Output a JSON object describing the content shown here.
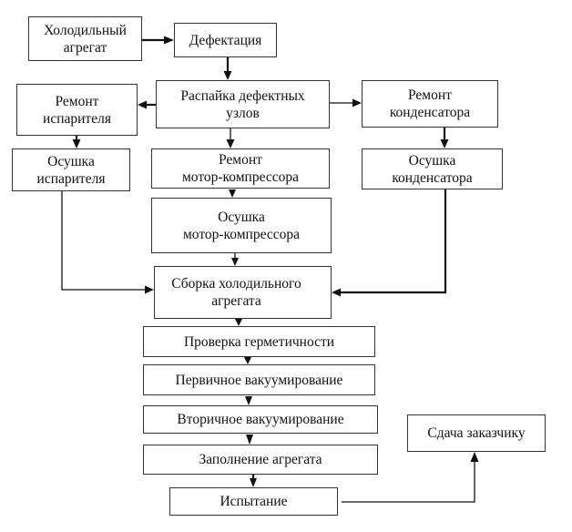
{
  "diagram": {
    "type": "flowchart",
    "language": "ru",
    "nodes": {
      "cooling_unit": "Холодильный\nагрегат",
      "defect_detection": "Дефектация",
      "unsolder_defective": "Распайка дефектных\nузлов",
      "evaporator_repair": "Ремонт\nиспарителя",
      "condenser_repair": "Ремонт\nконденсатора",
      "evaporator_drying": "Осушка\nиспарителя",
      "motor_compressor_repair": "Ремонт\nмотор-компрессора",
      "condenser_drying": "Осушка\nконденсатора",
      "motor_compressor_drying": "Осушка\nмотор-компрессора",
      "assembly": "Сборка холодильного\nагрегата",
      "leak_test": "Проверка герметичности",
      "primary_vacuum": "Первичное вакуумирование",
      "secondary_vacuum": "Вторичное вакуумирование",
      "filling": "Заполнение агрегата",
      "testing": "Испытание",
      "delivery": "Сдача заказчику"
    },
    "edges": [
      {
        "from": "cooling_unit",
        "to": "defect_detection"
      },
      {
        "from": "defect_detection",
        "to": "unsolder_defective"
      },
      {
        "from": "unsolder_defective",
        "to": "evaporator_repair"
      },
      {
        "from": "unsolder_defective",
        "to": "condenser_repair"
      },
      {
        "from": "unsolder_defective",
        "to": "motor_compressor_repair"
      },
      {
        "from": "evaporator_repair",
        "to": "evaporator_drying"
      },
      {
        "from": "condenser_repair",
        "to": "condenser_drying"
      },
      {
        "from": "motor_compressor_repair",
        "to": "motor_compressor_drying"
      },
      {
        "from": "evaporator_drying",
        "to": "assembly"
      },
      {
        "from": "motor_compressor_drying",
        "to": "assembly"
      },
      {
        "from": "condenser_drying",
        "to": "assembly"
      },
      {
        "from": "assembly",
        "to": "leak_test"
      },
      {
        "from": "leak_test",
        "to": "primary_vacuum"
      },
      {
        "from": "primary_vacuum",
        "to": "secondary_vacuum"
      },
      {
        "from": "secondary_vacuum",
        "to": "filling"
      },
      {
        "from": "filling",
        "to": "testing"
      },
      {
        "from": "testing",
        "to": "delivery"
      }
    ]
  }
}
